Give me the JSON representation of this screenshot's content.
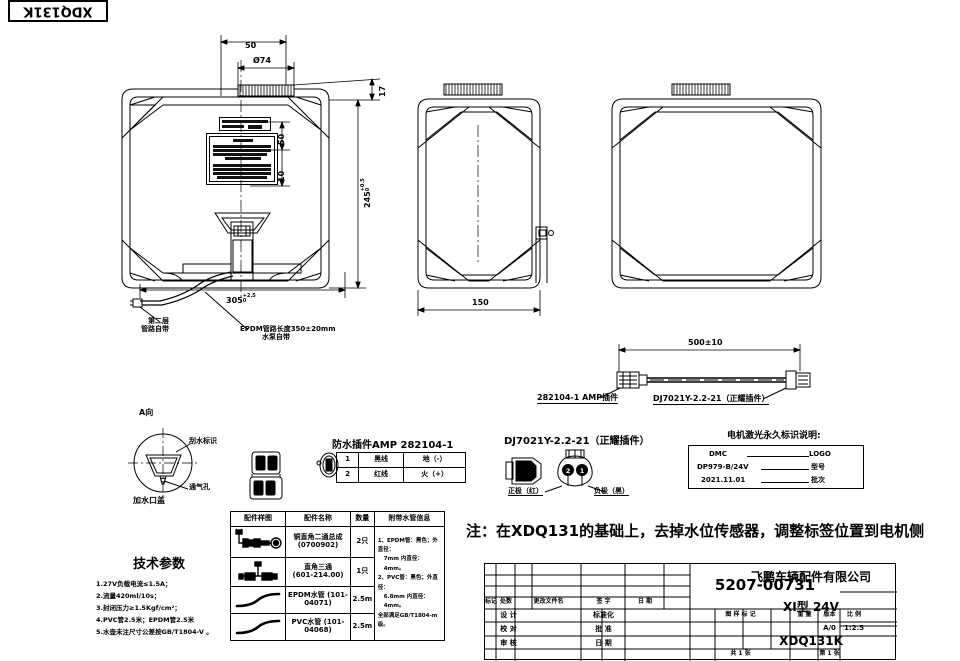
{
  "drawing": {
    "corner_tag": "XDQ131K",
    "part_number": "5207-00731",
    "company": "飞鹏车辆配件有限公司",
    "model": "XI型 24V",
    "code": "XDQ131K",
    "version": "A/0",
    "scale": "1:2.5"
  },
  "front_view": {
    "dim_50_top": "50",
    "dim_diameter": "Ø74",
    "dim_17": "17",
    "dim_50_right": "50",
    "dim_10": "10",
    "dim_245": "245",
    "dim_245_tol_up": "+0.5",
    "dim_245_tol_dn": "0",
    "dim_305": "305",
    "dim_305_tol_up": "+2.5",
    "dim_305_tol_dn": "0",
    "note_pipe": "EPDM管路长度350±20mm",
    "note_pump": "水泵自带",
    "note_left_1": "第二层",
    "note_left_2": "管路自带"
  },
  "side_view": {
    "dim_150": "150"
  },
  "harness": {
    "length": "500±10",
    "left_connector": "282104-1   AMP插件",
    "right_connector": "DJ7021Y-2.2-21（正耀插件）"
  },
  "a_view": {
    "title": "A向",
    "label_mark": "刮水标识",
    "label_vent": "通气孔",
    "label_cap": "加水口盖"
  },
  "amp_connector": {
    "title": "防水插件AMP 282104-1",
    "rows": [
      {
        "no": "1",
        "wire": "黑线",
        "fn": "地（-）"
      },
      {
        "no": "2",
        "wire": "红线",
        "fn": "火（+）"
      }
    ]
  },
  "dj_connector": {
    "title": "DJ7021Y-2.2-21（正耀插件）",
    "pos_label": "正极（红）",
    "neg_label": "负极（黑）",
    "pin_left": "2",
    "pin_right": "1"
  },
  "laser_mark": {
    "title": "电机激光永久标识说明:",
    "rows": [
      {
        "value": "DMC",
        "meaning": "LOGO"
      },
      {
        "value": "DP979-B/24V",
        "meaning": "型号"
      },
      {
        "value": "2021.11.01",
        "meaning": "批次"
      }
    ]
  },
  "parts_table": {
    "headers": [
      "配件样图",
      "配件名称",
      "数量",
      "附带水管信息"
    ],
    "rows": [
      {
        "name": "铜直角二通总成",
        "name2": "(0700902)",
        "qty": "2只",
        "icon": "elbow-tee-icon"
      },
      {
        "name": "直角三通",
        "name2": "(601-214.00)",
        "qty": "1只",
        "icon": "tee-icon"
      },
      {
        "name": "EPDM水管 (101-04071)",
        "name2": "",
        "qty": "2.5m",
        "icon": "hose-icon"
      },
      {
        "name": "PVC水管 (101-04068)",
        "name2": "",
        "qty": "2.5m",
        "icon": "hose-icon"
      }
    ],
    "info_lines": [
      "1、EPDM管：黑色；外直径：",
      "7mm 内直径：4mm。",
      "2、PVC管：黑色；外直径：",
      "6.8mm 内直径：4mm。",
      "",
      "全部满足GB/T1804-m级。"
    ]
  },
  "tech_params": {
    "title": "技术参数",
    "lines": [
      "1.27V负载电流≤1.5A；",
      "2.流量420ml/10s；",
      "3.封闭压力≥1.5Kgf/cm²；",
      "4.PVC管2.5米；EPDM管2.5米",
      "5.水壶未注尺寸公差按GB/T1804-V 。"
    ]
  },
  "note": "注：在XDQ131的基础上，去掉水位传感器，调整标签位置到电机侧",
  "title_block": {
    "rev_headers": [
      "标记",
      "处数",
      "更改文件名",
      "签 字",
      "日 期"
    ],
    "left_rows": [
      {
        "a": "设 计",
        "b": "标准化"
      },
      {
        "a": "校 对",
        "b": "批 准"
      },
      {
        "a": "审 核",
        "b": "日 期"
      }
    ],
    "mid_headers": [
      "图 样 标 记",
      "重 量",
      "版本",
      "比 例"
    ],
    "sheet_left": "共  1  张",
    "sheet_right": "第  1  张"
  }
}
